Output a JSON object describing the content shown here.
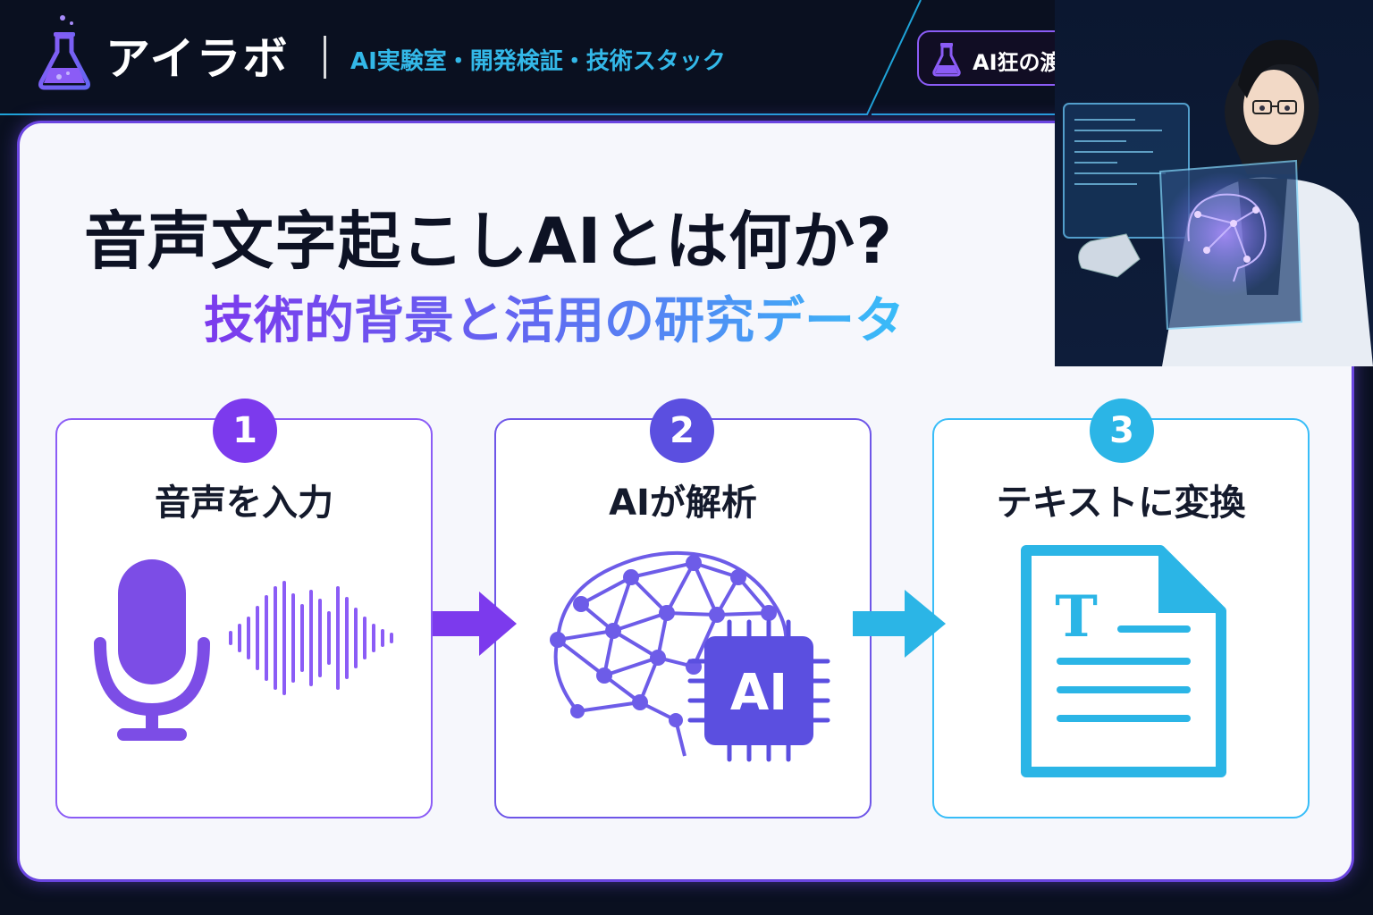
{
  "header": {
    "brand": "アイラボ",
    "tagline": "AI実験室・開発検証・技術スタック",
    "badge": "AI狂の渡辺"
  },
  "hero": {
    "title": "音声文字起こしAIとは何か?",
    "subtitle": "技術的背景と活用の研究データ"
  },
  "steps": [
    {
      "number": "1",
      "label": "音声を入力",
      "icon": "microphone-waveform-icon"
    },
    {
      "number": "2",
      "label": "AIが解析",
      "icon": "ai-brain-chip-icon",
      "chip_text": "AI"
    },
    {
      "number": "3",
      "label": "テキストに変換",
      "icon": "text-document-icon",
      "doc_letter": "T"
    }
  ],
  "colors": {
    "background": "#0a1020",
    "accent_purple": "#7c3aed",
    "accent_indigo": "#5b4fe0",
    "accent_cyan": "#2bb5e6",
    "card": "#f6f7fc"
  }
}
